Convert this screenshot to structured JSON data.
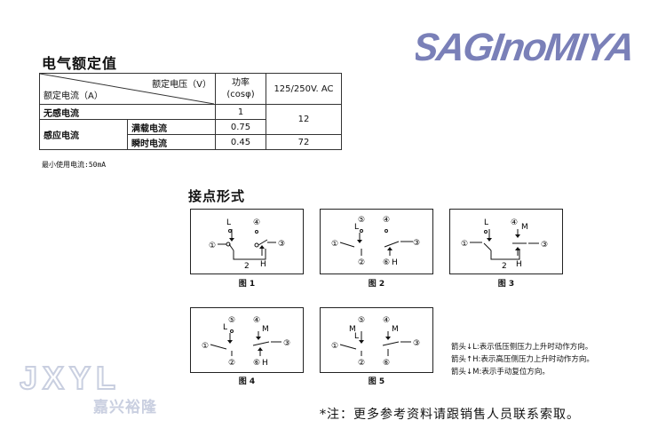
{
  "brand": {
    "logo_text": "SAGInoMIYA"
  },
  "section_title": "电气额定值",
  "table": {
    "header_voltage": "额定电压（V）",
    "header_current": "额定电流（A）",
    "header_pf": "功率\n(cosφ)",
    "header_ac": "125/250V. AC",
    "rows": [
      {
        "label": "无感电流",
        "sub": "",
        "pf": "1",
        "value": "12"
      },
      {
        "label": "感应电流",
        "sub": "满载电流",
        "pf": "0.75",
        "value": ""
      },
      {
        "label": "",
        "sub": "瞬时电流",
        "pf": "0.45",
        "value": "72"
      }
    ]
  },
  "min_current_note": "最小使用电流:50mA",
  "contact_title": "接点形式",
  "figures": [
    {
      "caption": "图 1",
      "labels": {
        "t1": "①",
        "t2": "2",
        "t3": "③",
        "t4": "④",
        "L": "L",
        "H": "H"
      }
    },
    {
      "caption": "图 2",
      "labels": {
        "t1": "①",
        "t2": "②",
        "t3": "③",
        "t4": "④",
        "t5": "⑤",
        "t6": "⑥",
        "L": "L",
        "H": "H"
      }
    },
    {
      "caption": "图 3",
      "labels": {
        "t1": "①",
        "t2": "2",
        "t3": "③",
        "t4": "④",
        "L": "L",
        "H": "H",
        "M": "M"
      }
    },
    {
      "caption": "图 4",
      "labels": {
        "t1": "①",
        "t2": "②",
        "t3": "③",
        "t4": "④",
        "t5": "⑤",
        "t6": "⑥",
        "L": "L",
        "H": "H",
        "M": "M"
      }
    },
    {
      "caption": "图 5",
      "labels": {
        "t1": "①",
        "t2": "②",
        "t3": "③",
        "t4": "④",
        "t5": "⑤",
        "t6": "⑥",
        "L": "L",
        "M": "M"
      }
    }
  ],
  "arrow_notes": [
    "箭头↓L:表示低压侧压力上升时动作方向。",
    "箭头↑H:表示高压侧压力上升时动作方向。",
    "箭头↓M:表示手动复位方向。"
  ],
  "footer_note": "*注：更多参考资料请跟销售人员联系索取。",
  "watermark": {
    "text": "JXYL",
    "cn": "嘉兴裕隆"
  },
  "colors": {
    "logo": "#7a80b8",
    "watermark": "#c9cfe0",
    "border": "#222222"
  }
}
